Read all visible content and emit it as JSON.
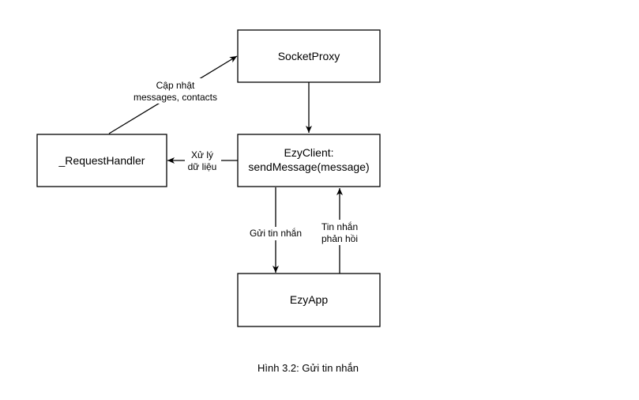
{
  "nodes": {
    "socket_proxy": "SocketProxy",
    "request_handler": "_RequestHandler",
    "ezy_client_line1": "EzyClient:",
    "ezy_client_line2": "sendMessage(message)",
    "ezy_app": "EzyApp"
  },
  "edges": {
    "update_line1": "Cập nhật",
    "update_line2": "messages, contacts",
    "process_line1": "Xử lý",
    "process_line2": "dữ liệu",
    "send_label": "Gửi tin nhắn",
    "reply_line1": "Tin nhắn",
    "reply_line2": "phản hồi"
  },
  "caption": "Hình 3.2: Gửi tin nhắn",
  "colors": {
    "stroke": "#000000",
    "fill": "#ffffff",
    "text": "#000000"
  }
}
